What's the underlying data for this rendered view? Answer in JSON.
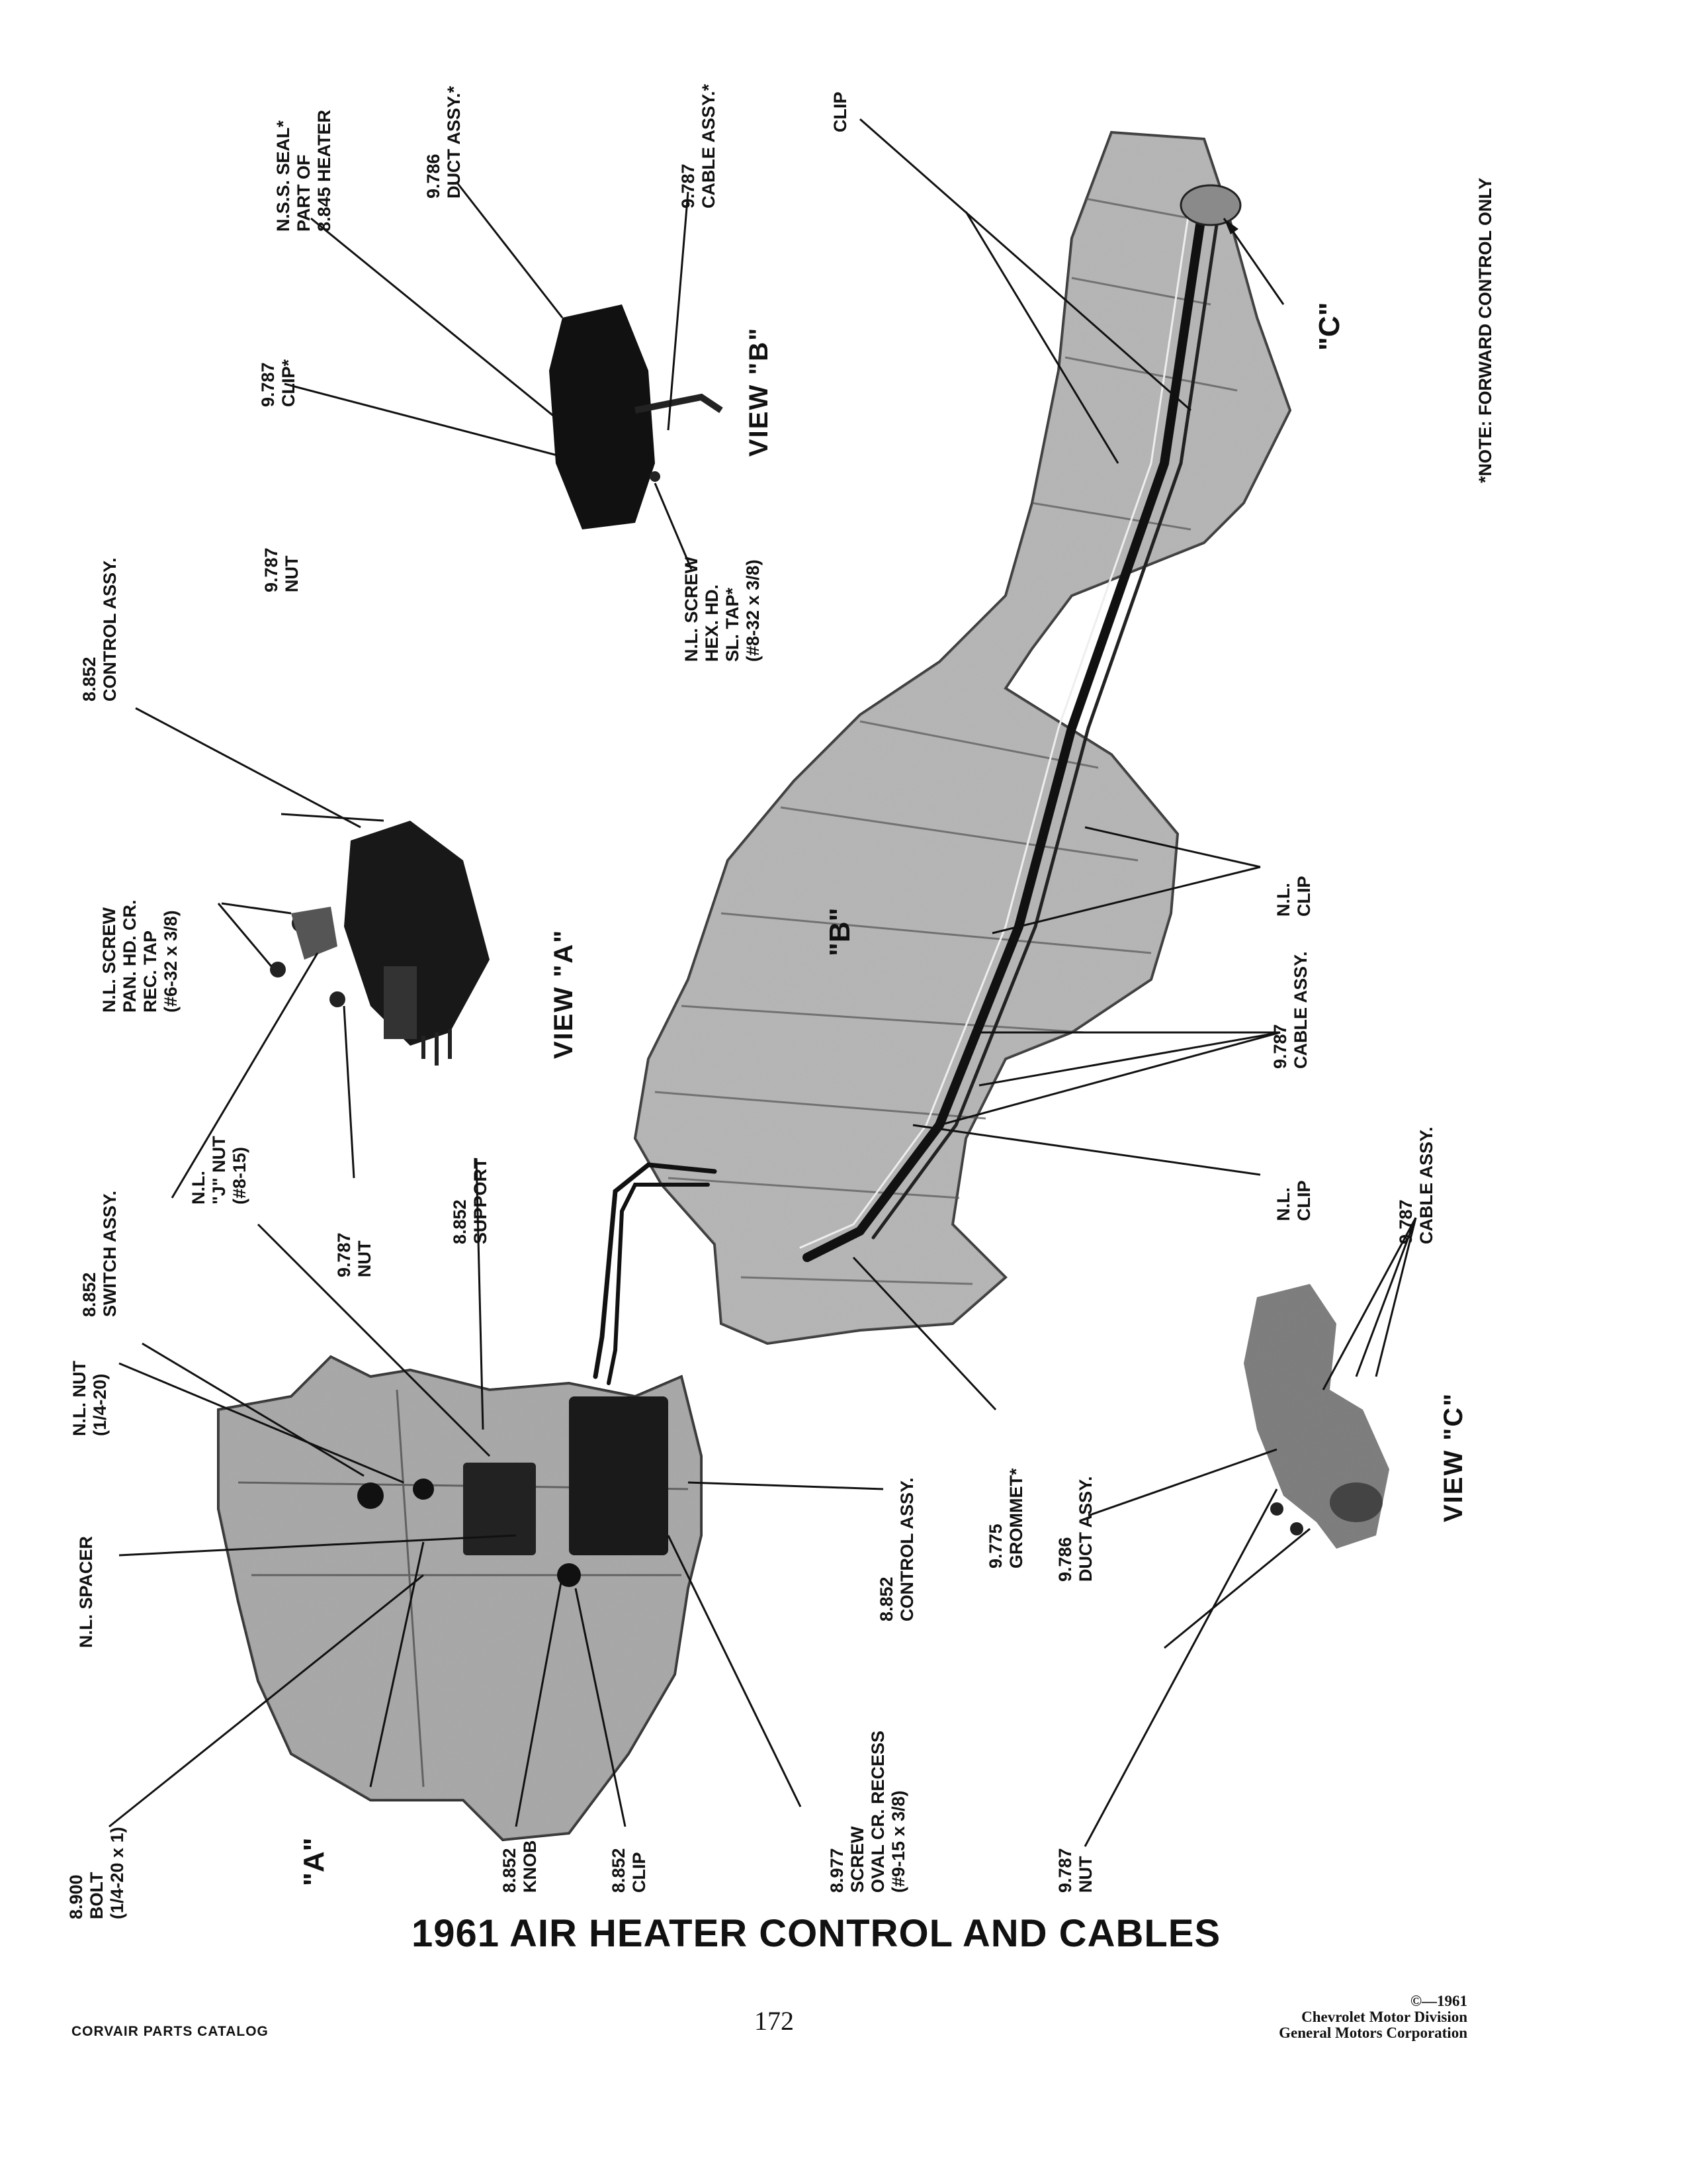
{
  "title": "1961 AIR HEATER CONTROL AND CABLES",
  "views": {
    "a": "VIEW \"A\"",
    "b": "VIEW \"B\"",
    "c": "VIEW \"C\""
  },
  "callouts": {
    "a": "\"A\"",
    "b": "\"B\"",
    "c": "\"C\""
  },
  "note": "*NOTE: FORWARD CONTROL ONLY",
  "labels": {
    "nss_seal": [
      "N.S.S. SEAL*",
      "PART OF",
      "8.845 HEATER"
    ],
    "duct_b": [
      "9.786",
      "DUCT ASSY.*"
    ],
    "cable_b": [
      "9.787",
      "CABLE ASSY.*"
    ],
    "clip_b": [
      "9.787",
      "CLIP*"
    ],
    "screw_b": [
      "N.L. SCREW",
      "HEX. HD.",
      "SL. TAP*",
      "(#8-32 x 3/8)"
    ],
    "clip_top": [
      "CLIP"
    ],
    "control_a": [
      "8.852",
      "CONTROL ASSY."
    ],
    "nut_a_top": [
      "9.787",
      "NUT"
    ],
    "screw_a": [
      "N.L. SCREW",
      "PAN. HD. CR.",
      "REC. TAP",
      "(#6-32 x 3/8)"
    ],
    "switch_a": [
      "8.852",
      "SWITCH ASSY."
    ],
    "nut_a_bottom": [
      "9.787",
      "NUT"
    ],
    "j_nut": [
      "N.L.",
      "\"J\" NUT",
      "(#8-15)"
    ],
    "support": [
      "8.852",
      "SUPPORT"
    ],
    "nut_main": [
      "N.L. NUT",
      "(1/4-20)"
    ],
    "spacer": [
      "N.L. SPACER"
    ],
    "bolt": [
      "8.900",
      "BOLT",
      "(1/4-20 x 1)"
    ],
    "knob": [
      "8.852",
      "KNOB"
    ],
    "clip_main": [
      "8.852",
      "CLIP"
    ],
    "screw_main": [
      "8.977",
      "SCREW",
      "OVAL CR. RECESS",
      "(#9-15 x 3/8)"
    ],
    "control_main": [
      "8.852",
      "CONTROL ASSY."
    ],
    "grommet": [
      "9.775",
      "GROMMET*"
    ],
    "nl_clip_1": [
      "N.L.",
      "CLIP"
    ],
    "cable_mid": [
      "9.787",
      "CABLE ASSY."
    ],
    "nl_clip_2": [
      "N.L.",
      "CLIP"
    ],
    "cable_c": [
      "9.787",
      "CABLE ASSY."
    ],
    "duct_c": [
      "9.786",
      "DUCT ASSY."
    ],
    "nut_c": [
      "9.787",
      "NUT"
    ]
  },
  "footer": {
    "catalog": "CORVAIR PARTS CATALOG",
    "page": "172",
    "copyright": "©—1961",
    "division": "Chevrolet Motor Division",
    "corporation": "General Motors Corporation"
  }
}
